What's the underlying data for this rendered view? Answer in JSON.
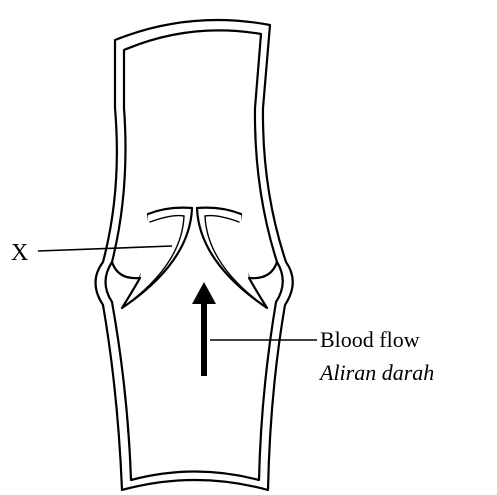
{
  "labels": {
    "structure_marker": "X",
    "flow_label": "Blood flow",
    "flow_label_translation": "Aliran darah"
  },
  "colors": {
    "stroke": "#000000",
    "background": "#ffffff"
  }
}
